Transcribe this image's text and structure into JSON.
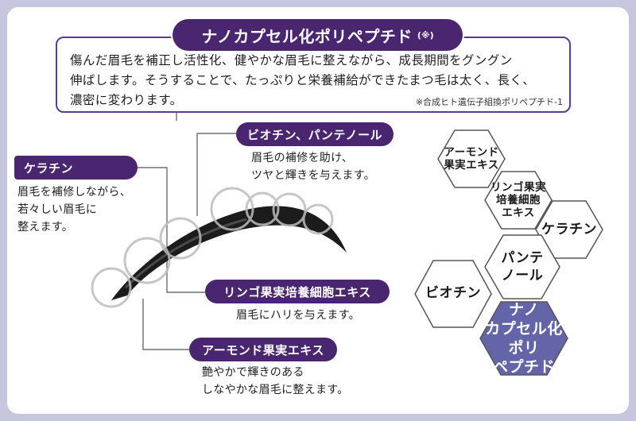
{
  "header": {
    "title": "ナノカプセル化ポリペプチド",
    "title_note": "(※)",
    "body_lines": [
      "傷んだ眉毛を補正し活性化、健やかな眉毛に整えながら、成長期間をグングン",
      "伸ばします。そうすることで、たっぷりと栄養補給ができたまつ毛は太く、長く、",
      "濃密に変わります。"
    ],
    "footnote": "※合成ヒト遺伝子組換ポリペプチド-1"
  },
  "callouts": {
    "biotin_panthenol": {
      "label": "ビオチン、パンテノール",
      "lines": [
        "眉毛の補修を助け、",
        "ツヤと輝きを与えます。"
      ]
    },
    "keratin": {
      "label": "ケラチン",
      "lines": [
        "眉毛を補修しながら、",
        "若々しい眉毛に",
        "整えます。"
      ]
    },
    "apple_cells": {
      "label": "リンゴ果実培養細胞エキス",
      "lines": [
        "眉毛にハリを与えます。"
      ]
    },
    "almond": {
      "label": "アーモンド果実エキス",
      "lines": [
        "艶やかで輝きのある",
        "しなやかな眉毛に整えます。"
      ]
    }
  },
  "hexagons": {
    "almond": [
      "アーモンド",
      "果実エキス"
    ],
    "apple": [
      "リンゴ果実",
      "培養細胞",
      "エキス"
    ],
    "keratin": [
      "ケラチン"
    ],
    "panthenol": [
      "パンテ",
      "ノール"
    ],
    "biotin": [
      "ビオチン"
    ],
    "nano": [
      "ナノ",
      "カプセル化",
      "ポリ",
      "ペプチド"
    ]
  },
  "colors": {
    "frame": "#c6c6de",
    "label_bg": "#4a2670",
    "box_border": "#5d3b8a",
    "hex_highlight": "#6464a8",
    "hex_stroke": "#555555"
  }
}
